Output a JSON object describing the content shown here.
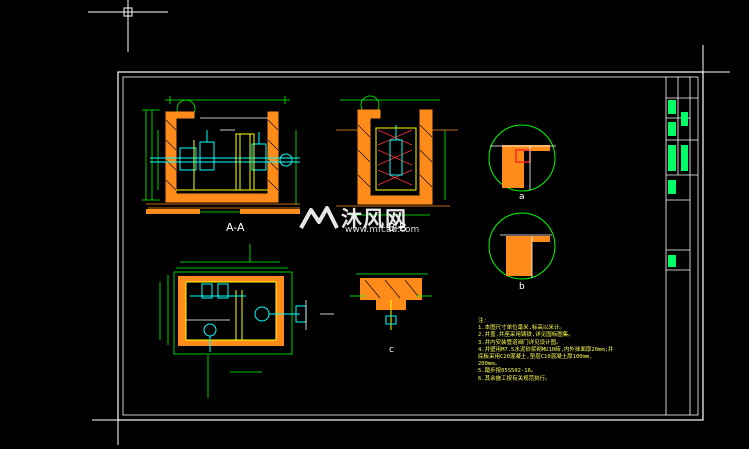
{
  "colors": {
    "background": "#000000",
    "frame": "#ffffff",
    "wall": "#ff8c1a",
    "pipe": "#00ffff",
    "dimension": "#00ff00",
    "accent": "#ffff00",
    "highlight": "#ff2222"
  },
  "section_labels": {
    "aa": "A-A",
    "bb": "B-B",
    "detail_a": "a",
    "detail_b": "b",
    "detail_c": "c"
  },
  "watermark": {
    "name": "沐风网",
    "url": "www.mfcad.com"
  },
  "notes": {
    "lines": [
      "注:",
      "1.本图尺寸单位毫米,标高以米计。",
      "2.井盖,井座采用铸铁,详见国标图集。",
      "3.井内安装管道阀门详见设计图。",
      "4.井壁用M7.5水泥砂浆砌MU10砖,内外抹面厚20mm;井",
      "  底板采用C20混凝土,垫层C10混凝土厚100mm,",
      "  200mm。",
      "5.踏步按05S502-16。",
      "6.其余施工按有关规范执行。"
    ]
  }
}
